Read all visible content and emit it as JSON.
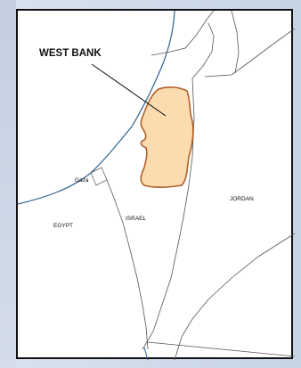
{
  "map": {
    "highlight_color": "#fbdbb0",
    "highlight_border_color": "#b2602a",
    "water_line_color": "#2f5f8f",
    "border_line_color": "#555555",
    "frame_color": "#111111",
    "labels": {
      "west_bank": "WEST BANK",
      "gaza": "Gaza",
      "jordan": "JORDAN",
      "israel": "ISRAEL",
      "egypt": "EGYPT"
    }
  }
}
